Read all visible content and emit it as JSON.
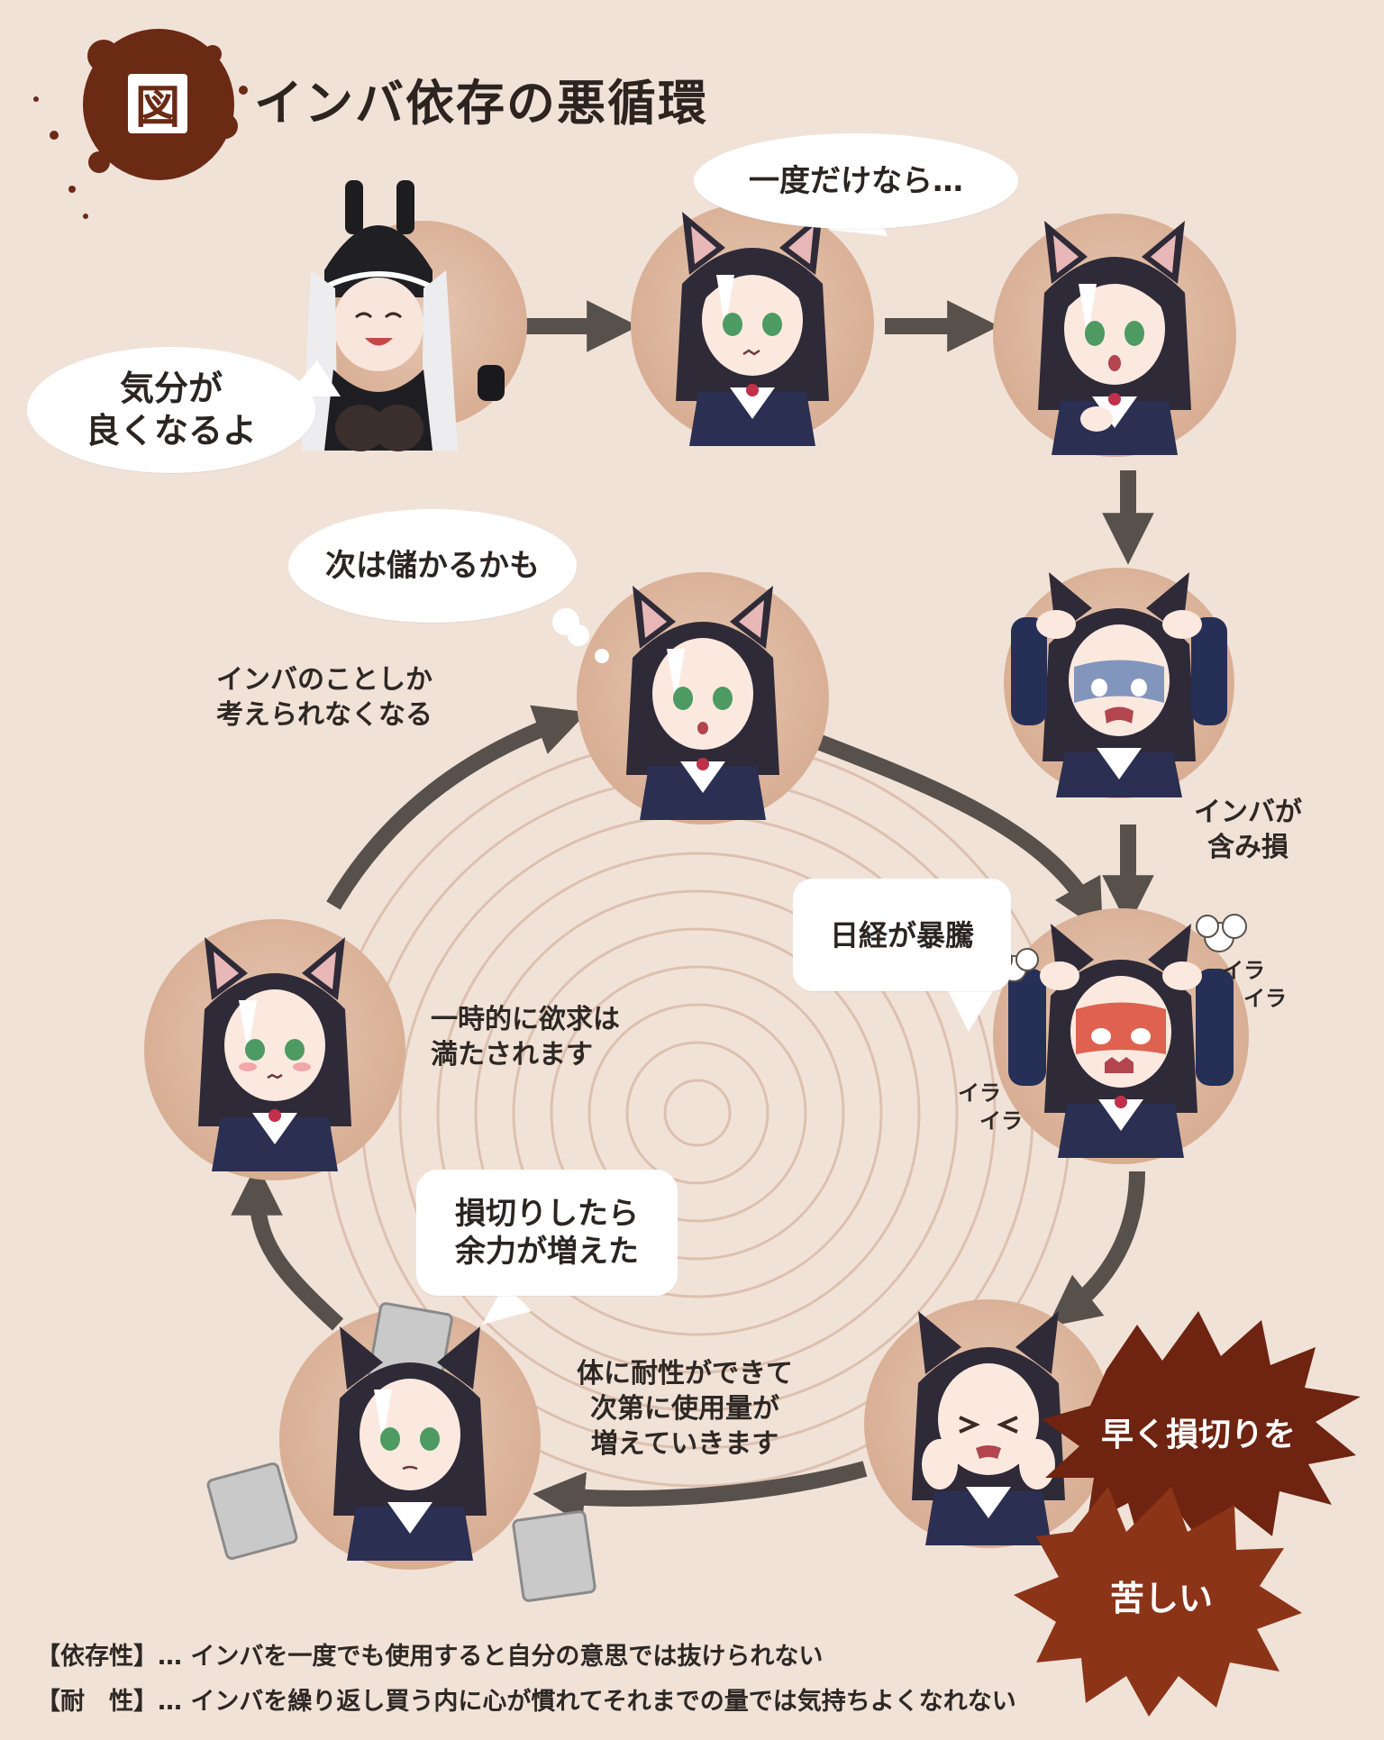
{
  "title": {
    "badge": "図",
    "text": "インバ依存の悪循環"
  },
  "speech": {
    "dealer": "気分が\n良くなるよ",
    "first_time": "一度だけなら…",
    "next_profit": "次は儲かるかも",
    "nikkei": "日経が暴騰",
    "cut_loss": "損切りしたら\n余力が増えた"
  },
  "labels": {
    "loss": "インバが\n含み損",
    "obsess": "インバのことしか\n考えられなくなる",
    "satisfied": "一時的に欲求は\n満たされます",
    "tolerance": "体に耐性ができて\n次第に使用量が\n増えていきます",
    "irritated_top": "イラ\n　イラ",
    "irritated_bottom": "イラ\n　イラ"
  },
  "bursts": {
    "hurry": "早く損切りを",
    "pain": "苦しい"
  },
  "footnotes": [
    "【依存性】… インバを一度でも使用すると自分の意思では抜けられない",
    "【耐　性】… インバを繰り返し買う内に心が慣れてそれまでの量では気持ちよくなれない"
  ],
  "colors": {
    "background": "#f1e2d8",
    "circle": "#dcb49b",
    "arrow": "#58514b",
    "splat": "#6b2a14",
    "burst_dark": "#6e2410",
    "burst_mid": "#8c3418",
    "ring": "#d9b8a6"
  },
  "nodes": [
    {
      "id": "dealer",
      "icon": "dealer-character-icon"
    },
    {
      "id": "hesitant",
      "icon": "catgirl-hesitant-icon"
    },
    {
      "id": "surprised",
      "icon": "catgirl-surprised-icon"
    },
    {
      "id": "shocked",
      "icon": "catgirl-shocked-icon"
    },
    {
      "id": "angry",
      "icon": "catgirl-angry-icon"
    },
    {
      "id": "pained",
      "icon": "catgirl-pained-icon"
    },
    {
      "id": "relieved",
      "icon": "catgirl-relieved-icon"
    },
    {
      "id": "content",
      "icon": "catgirl-content-icon"
    },
    {
      "id": "hopeful",
      "icon": "catgirl-hopeful-icon"
    }
  ]
}
